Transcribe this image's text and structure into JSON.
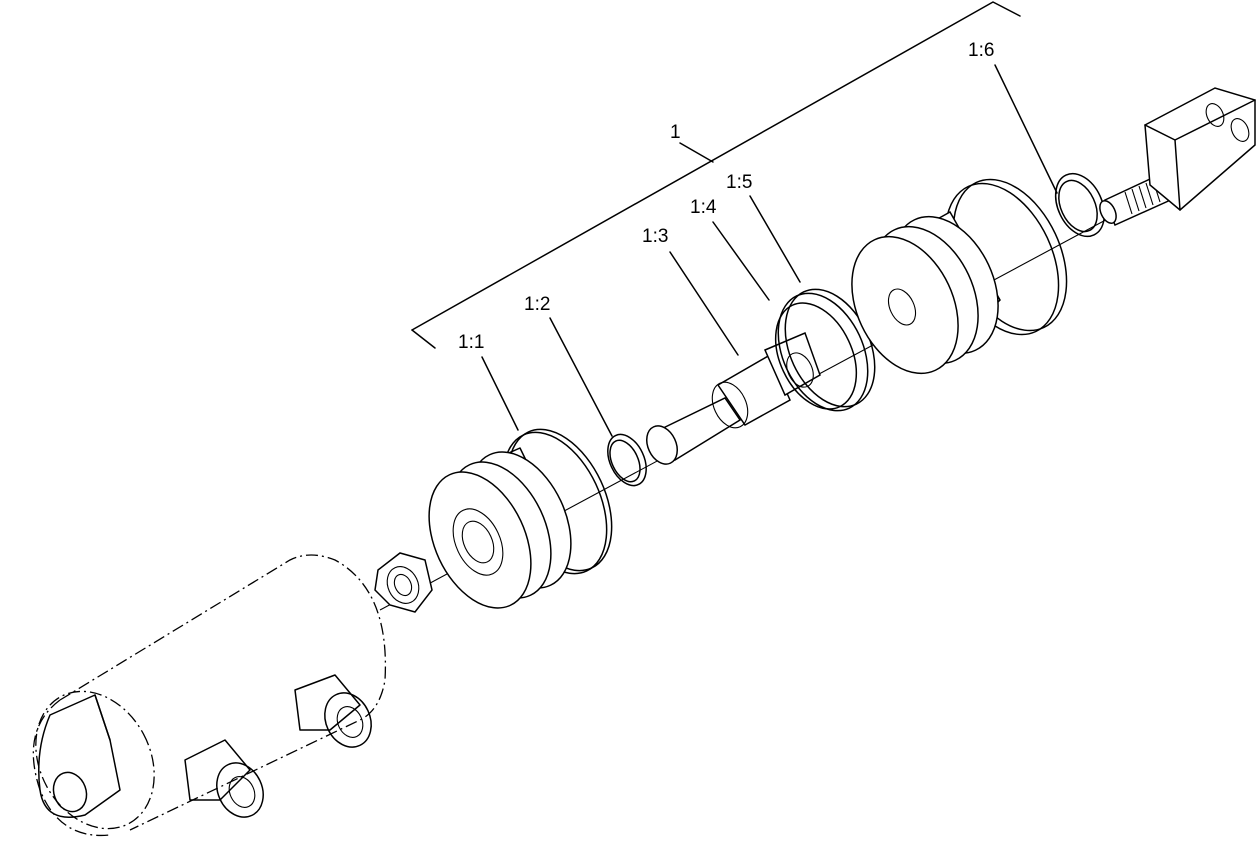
{
  "diagram": {
    "assembly_label": "1",
    "callouts": [
      {
        "id": "c11",
        "label": "1:1"
      },
      {
        "id": "c12",
        "label": "1:2"
      },
      {
        "id": "c13",
        "label": "1:3"
      },
      {
        "id": "c14",
        "label": "1:4"
      },
      {
        "id": "c15",
        "label": "1:5"
      },
      {
        "id": "c16",
        "label": "1:6"
      }
    ]
  }
}
